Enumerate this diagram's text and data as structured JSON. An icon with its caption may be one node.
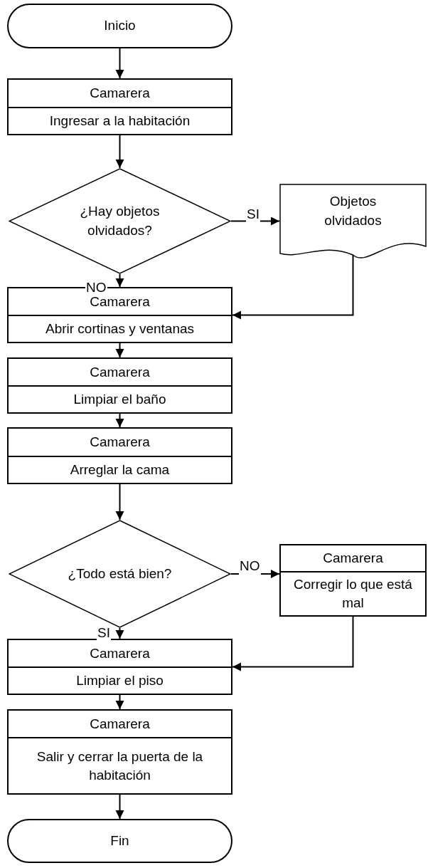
{
  "diagram": {
    "nodes": [
      {
        "text": [
          "Inicio"
        ]
      },
      {
        "text": [
          "Camarera",
          "Ingresar a la habitación"
        ]
      },
      {
        "text": [
          "¿Hay objetos olvidados?"
        ]
      },
      {
        "text": [
          "Objetos olvidados"
        ]
      },
      {
        "text": [
          "Camarera",
          "Abrir cortinas y ventanas"
        ]
      },
      {
        "text": [
          "Camarera",
          "Limpiar el baño"
        ]
      },
      {
        "text": [
          "Camarera",
          "Arreglar la cama"
        ]
      },
      {
        "text": [
          "¿Todo está bien?"
        ]
      },
      {
        "text": [
          "Camarera",
          "Corregir lo que está mal"
        ]
      },
      {
        "text": [
          "Camarera",
          "Limpiar el piso"
        ]
      },
      {
        "text": [
          "Camarera",
          "Salir y cerrar la puerta de la habitación"
        ]
      },
      {
        "text": [
          "Fin"
        ]
      }
    ],
    "edges": [
      {
        "from": 0,
        "to": 1,
        "arrow": "to"
      },
      {
        "from": 1,
        "to": 2,
        "arrow": "to"
      },
      {
        "from": 2,
        "to": 3,
        "arrow": "to",
        "label": "SI"
      },
      {
        "from": 2,
        "to": 4,
        "arrow": "to",
        "label": "NO"
      },
      {
        "from": 3,
        "to": 4,
        "arrow": "to"
      },
      {
        "from": 4,
        "to": 5,
        "arrow": "to"
      },
      {
        "from": 5,
        "to": 6,
        "arrow": "to"
      },
      {
        "from": 6,
        "to": 7,
        "arrow": "to"
      },
      {
        "from": 7,
        "to": 8,
        "arrow": "to",
        "label": "NO"
      },
      {
        "from": 7,
        "to": 9,
        "arrow": "to",
        "label": "SI"
      },
      {
        "from": 8,
        "to": 9,
        "arrow": "to"
      },
      {
        "from": 9,
        "to": 10,
        "arrow": "to"
      },
      {
        "from": 10,
        "to": 11,
        "arrow": "to"
      }
    ]
  }
}
